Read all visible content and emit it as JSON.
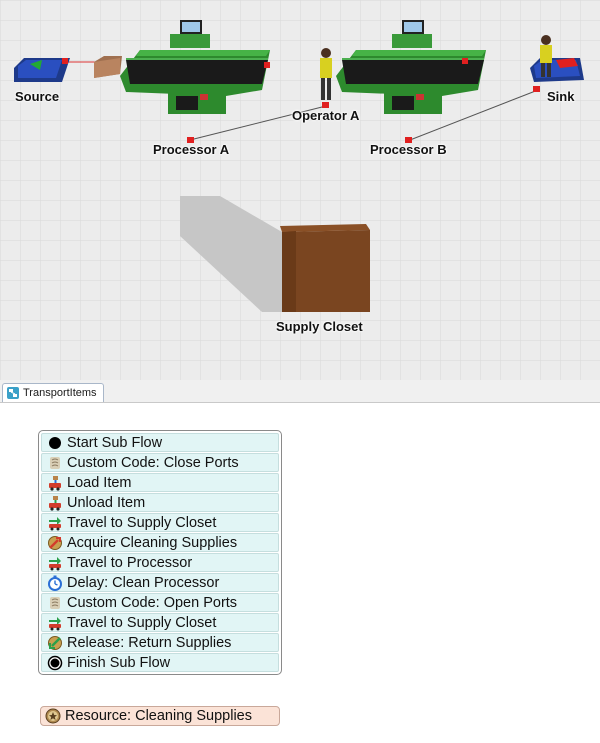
{
  "model": {
    "objects": [
      {
        "id": "source",
        "label": "Source"
      },
      {
        "id": "processor_a",
        "label": "Processor A"
      },
      {
        "id": "operator_a",
        "label": "Operator A"
      },
      {
        "id": "processor_b",
        "label": "Processor B"
      },
      {
        "id": "sink",
        "label": "Sink"
      },
      {
        "id": "supply_closet",
        "label": "Supply Closet"
      }
    ]
  },
  "tab": {
    "label": "TransportItems"
  },
  "process_flow": {
    "activities": [
      {
        "label": "Start Sub Flow",
        "icon": "start-dot-icon"
      },
      {
        "label": "Custom Code: Close Ports",
        "icon": "script-scroll-icon"
      },
      {
        "label": "Load Item",
        "icon": "load-item-icon"
      },
      {
        "label": "Unload Item",
        "icon": "unload-item-icon"
      },
      {
        "label": "Travel to Supply Closet",
        "icon": "travel-arrow-icon"
      },
      {
        "label": "Acquire Cleaning Supplies",
        "icon": "acquire-resource-icon"
      },
      {
        "label": "Travel to Processor",
        "icon": "travel-arrow-icon"
      },
      {
        "label": "Delay: Clean Processor",
        "icon": "stopwatch-icon"
      },
      {
        "label": "Custom Code: Open Ports",
        "icon": "script-scroll-icon"
      },
      {
        "label": "Travel to Supply Closet",
        "icon": "travel-arrow-icon"
      },
      {
        "label": "Release: Return Supplies",
        "icon": "release-resource-icon"
      },
      {
        "label": "Finish Sub Flow",
        "icon": "finish-dot-icon"
      }
    ],
    "resource": {
      "label": "Resource: Cleaning Supplies",
      "icon": "resource-star-icon"
    }
  }
}
